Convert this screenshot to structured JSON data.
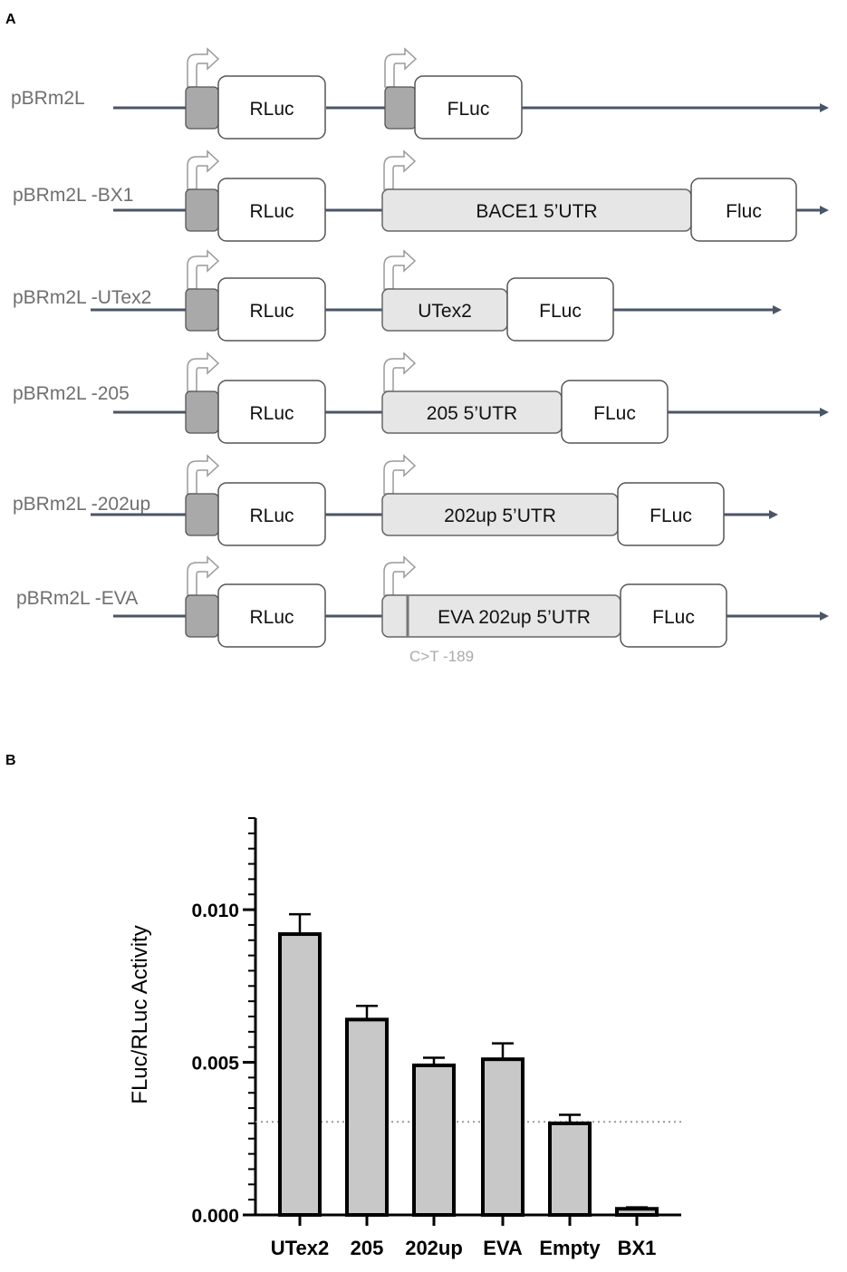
{
  "panel_a": {
    "letter": "A",
    "constructs": [
      {
        "name": "pBRm2L",
        "second_promoter": true,
        "utr": "",
        "luc2": "FLuc",
        "mutation": ""
      },
      {
        "name": "pBRm2L -BX1",
        "second_promoter": false,
        "utr": "BACE1 5’UTR",
        "luc2": "Fluc",
        "mutation": ""
      },
      {
        "name": "pBRm2L -UTex2",
        "second_promoter": false,
        "utr": "UTex2",
        "luc2": "FLuc",
        "mutation": ""
      },
      {
        "name": "pBRm2L -205",
        "second_promoter": false,
        "utr": "205 5’UTR",
        "luc2": "FLuc",
        "mutation": ""
      },
      {
        "name": "pBRm2L -202up",
        "second_promoter": false,
        "utr": "202up 5’UTR",
        "luc2": "FLuc",
        "mutation": ""
      },
      {
        "name": "pBRm2L -EVA",
        "second_promoter": false,
        "utr": "EVA 202up 5’UTR",
        "luc2": "FLuc",
        "mutation": "C>T -189"
      }
    ],
    "luc1": "RLuc"
  },
  "panel_b": {
    "letter": "B"
  },
  "chart_data": {
    "type": "bar",
    "categories": [
      "UTex2",
      "205",
      "202up",
      "EVA",
      "Empty",
      "BX1"
    ],
    "values": [
      0.0092,
      0.0064,
      0.0049,
      0.0051,
      0.003,
      0.0002
    ],
    "error": [
      0.00065,
      0.00045,
      0.00025,
      0.00052,
      0.00028,
      5e-05
    ],
    "xlabel": "",
    "ylabel": "FLuc/RLuc Activity",
    "ylim": [
      0,
      0.013
    ],
    "yticks": [
      "0.000",
      "0.005",
      "0.010"
    ],
    "ytick_values": [
      0.0,
      0.005,
      0.01
    ],
    "reference_line": 0.00305,
    "bar_color": "#c8c8c8",
    "grid": false
  }
}
